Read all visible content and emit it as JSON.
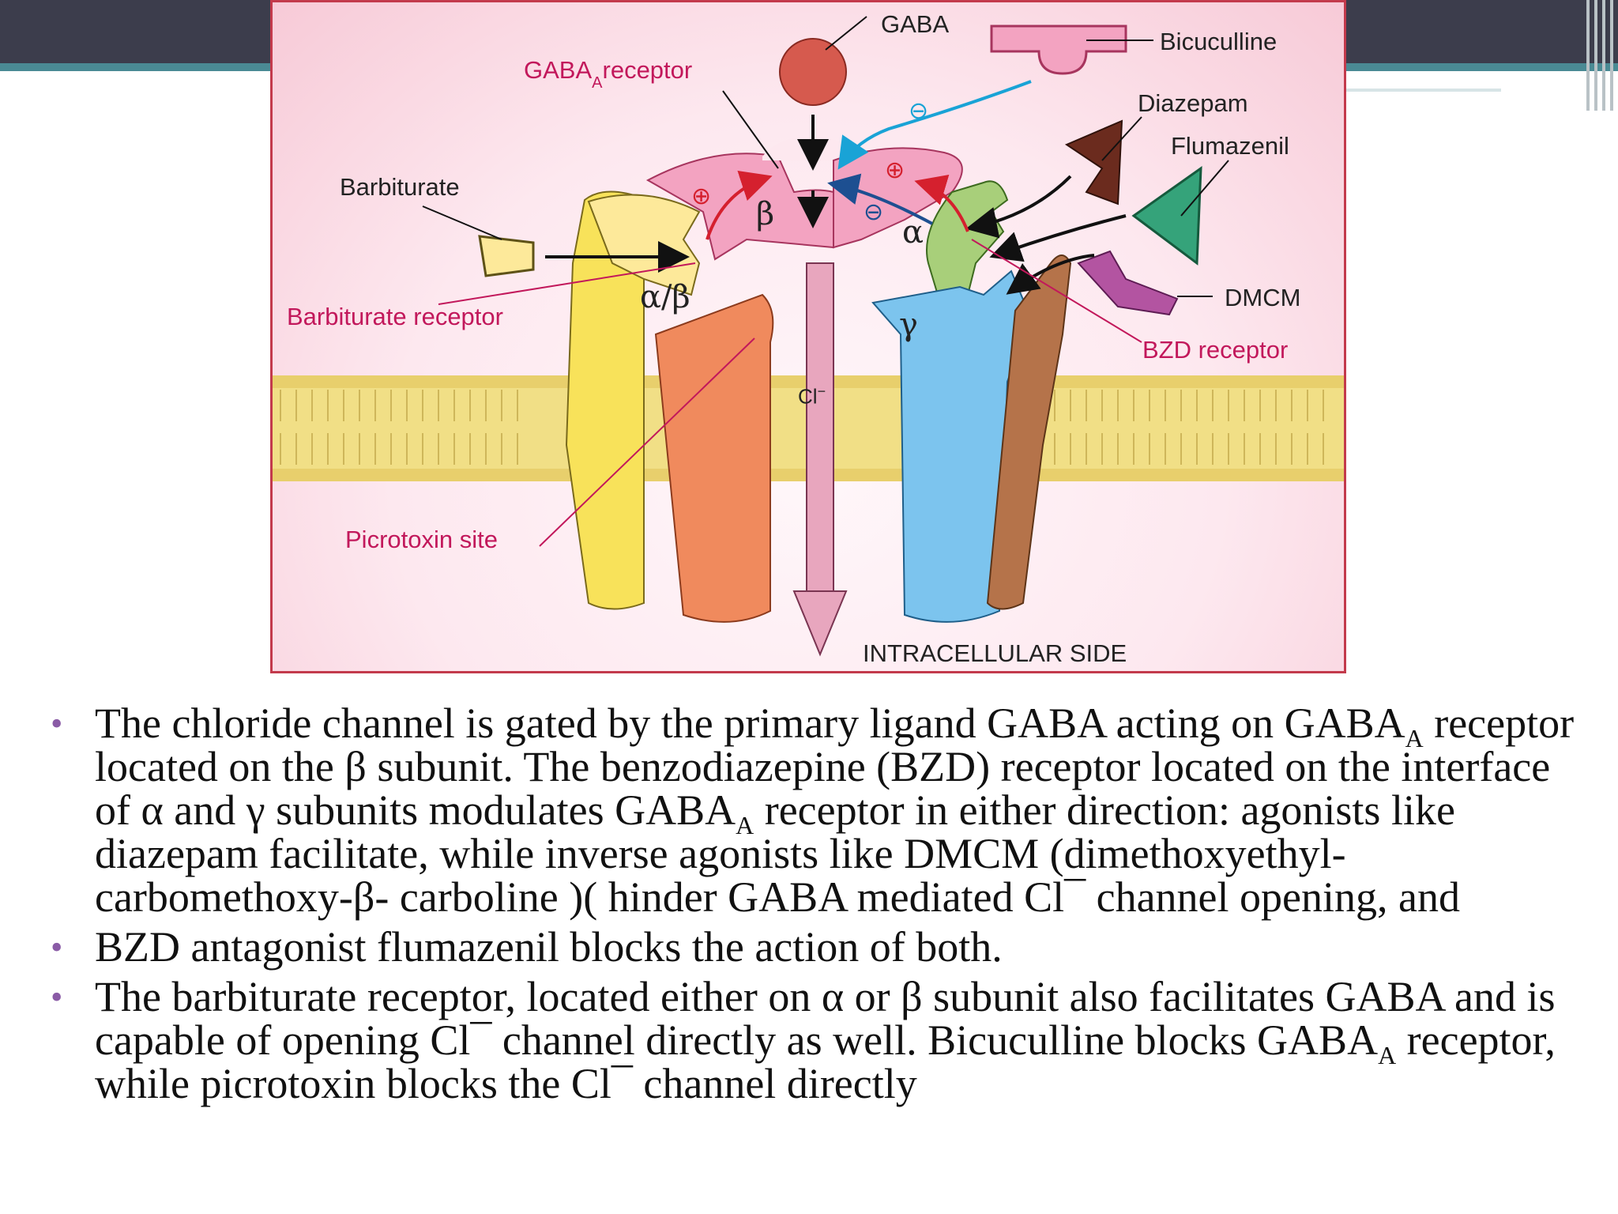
{
  "colors": {
    "topbar": "#3c3d4c",
    "accent_teal": "#4a8a94",
    "frame_border": "#c33a4c",
    "label_pink": "#c2185b",
    "bullet": "#8a5ba6"
  },
  "figure": {
    "labels": {
      "gaba": "GABA",
      "gaba_a_receptor_main": "GABA",
      "gaba_a_receptor_sub": "A",
      "gaba_a_receptor_tail": "receptor",
      "bicuculline": "Bicuculline",
      "diazepam": "Diazepam",
      "flumazenil": "Flumazenil",
      "barbiturate": "Barbiturate",
      "barbiturate_receptor": "Barbiturate receptor",
      "dmcm": "DMCM",
      "bzd_receptor": "BZD receptor",
      "picrotoxin_site": "Picrotoxin site",
      "intracellular_side": "INTRACELLULAR SIDE",
      "chloride": "Cl",
      "chloride_sup": "−",
      "alpha_beta": "α/β",
      "beta": "β",
      "alpha": "α",
      "gamma": "γ",
      "plus": "⊕",
      "minus": "⊖"
    }
  },
  "bullets": [
    {
      "p1": "The chloride channel is gated by the primary ligand GABA acting on GABA",
      "s1": "A",
      "p2": " receptor located on the β subunit. The benzodiazepine (BZD) receptor located on the interface of α and γ subunits modulates GABA",
      "s2": "A",
      "p3": " receptor in either direction: agonists like diazepam facilitate, while inverse agonists like DMCM (dimethoxyethyl-carbomethoxy-β- carboline )( hinder GABA mediated Cl¯ channel opening, and"
    },
    {
      "p1": "BZD antagonist flumazenil blocks the action of both."
    },
    {
      "p1": "The barbiturate receptor, located either on α or β subunit also facilitates GABA and is capable of opening Cl¯ channel directly as well. Bicuculline blocks GABA",
      "s1": "A",
      "p2": " receptor, while picrotoxin blocks the Cl¯ channel directly"
    }
  ]
}
